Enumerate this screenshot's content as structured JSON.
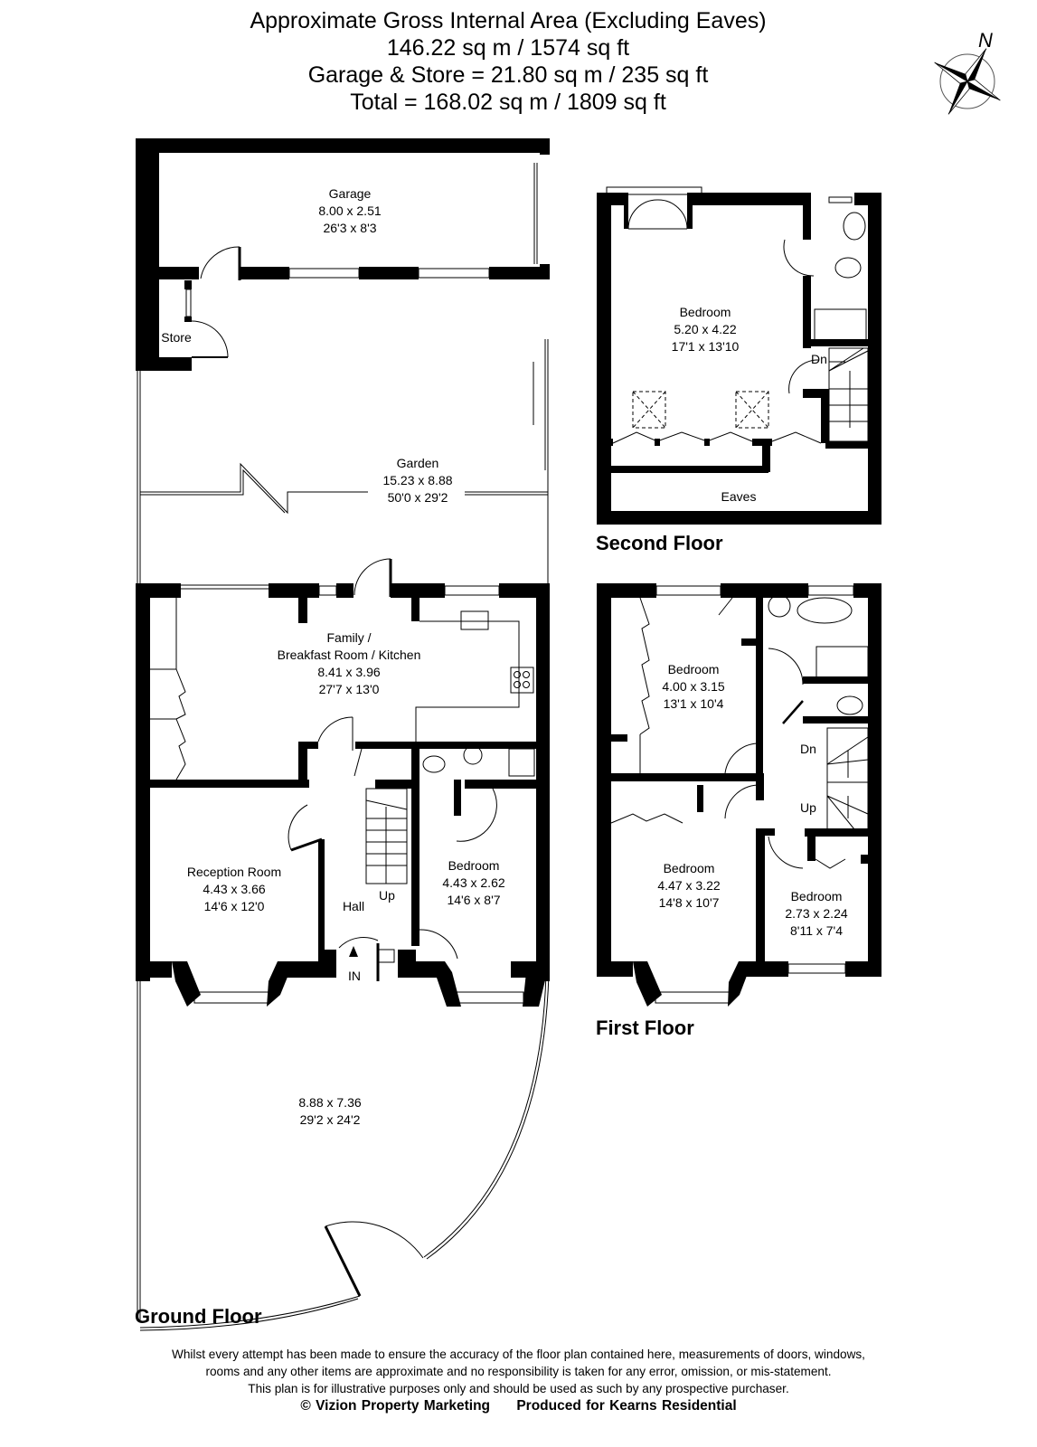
{
  "header": {
    "line1": "Approximate Gross Internal Area (Excluding Eaves)",
    "line2": "146.22 sq m / 1574 sq ft",
    "line3": "Garage & Store = 21.80 sq m / 235 sq ft",
    "line4": "Total = 168.02 sq m / 1809 sq ft"
  },
  "compass": {
    "label": "N",
    "icon": "compass-rose-icon"
  },
  "ground_floor": {
    "title": "Ground Floor",
    "rooms": {
      "garage": {
        "name": "Garage",
        "metric": "8.00 x 2.51",
        "imperial": "26'3 x 8'3"
      },
      "store": {
        "name": "Store"
      },
      "garden": {
        "name": "Garden",
        "metric": "15.23 x 8.88",
        "imperial": "50'0 x 29'2"
      },
      "kitchen": {
        "name1": "Family /",
        "name2": "Breakfast Room / Kitchen",
        "metric": "8.41 x 3.96",
        "imperial": "27'7 x 13'0"
      },
      "reception": {
        "name": "Reception Room",
        "metric": "4.43 x 3.66",
        "imperial": "14'6 x 12'0"
      },
      "bedroom": {
        "name": "Bedroom",
        "metric": "4.43 x 2.62",
        "imperial": "14'6 x 8'7"
      },
      "hall": {
        "name": "Hall"
      },
      "front_garden": {
        "metric": "8.88 x 7.36",
        "imperial": "29'2 x 24'2"
      }
    },
    "labels": {
      "up": "Up",
      "entrance": "IN"
    }
  },
  "first_floor": {
    "title": "First Floor",
    "rooms": {
      "bedroom_rear": {
        "name": "Bedroom",
        "metric": "4.00 x 3.15",
        "imperial": "13'1 x 10'4"
      },
      "bedroom_front": {
        "name": "Bedroom",
        "metric": "4.47 x 3.22",
        "imperial": "14'8 x 10'7"
      },
      "bedroom_small": {
        "name": "Bedroom",
        "metric": "2.73 x 2.24",
        "imperial": "8'11 x 7'4"
      }
    },
    "labels": {
      "down": "Dn",
      "up": "Up"
    }
  },
  "second_floor": {
    "title": "Second Floor",
    "rooms": {
      "bedroom": {
        "name": "Bedroom",
        "metric": "5.20 x 4.22",
        "imperial": "17'1 x 13'10"
      },
      "eaves": {
        "name": "Eaves"
      }
    },
    "labels": {
      "down": "Dn"
    }
  },
  "footer": {
    "disclaimer1": "Whilst every attempt has been made to ensure the accuracy of the floor plan contained here, measurements of doors, windows,",
    "disclaimer2": "rooms and any other items are approximate and no responsibility is taken for any error, omission, or mis-statement.",
    "disclaimer3": "This plan is for illustrative purposes only and should be used as such by any prospective purchaser.",
    "copyright": "© Vizion Property Marketing",
    "produced_for": "Produced for Kearns Residential"
  },
  "colors": {
    "wall": "#000000",
    "background": "#ffffff",
    "fixture_line": "#555555"
  }
}
